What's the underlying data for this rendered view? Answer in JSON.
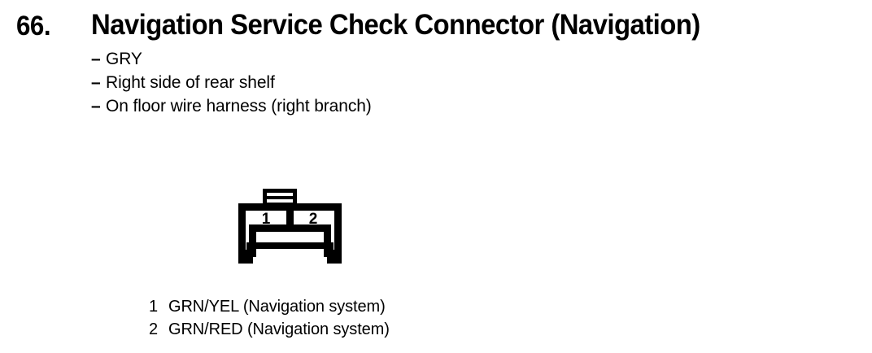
{
  "page": {
    "background_color": "#ffffff",
    "text_color": "#000000"
  },
  "header": {
    "number": "66.",
    "title": "Navigation Service Check Connector (Navigation)"
  },
  "description": {
    "dash": "–",
    "items": [
      {
        "text": "GRY"
      },
      {
        "text": "Right side of rear shelf"
      },
      {
        "text": "On floor wire harness (right branch)"
      }
    ]
  },
  "connector": {
    "type": "2-pin-connector-face-view",
    "cavity_count": 2,
    "cavities": [
      {
        "number": "1"
      },
      {
        "number": "2"
      }
    ],
    "locking_tab_slots": 2,
    "outline_color": "#000000",
    "fill_color": "#ffffff"
  },
  "pin_legend": {
    "rows": [
      {
        "number": "1",
        "description": "GRN/YEL (Navigation system)"
      },
      {
        "number": "2",
        "description": "GRN/RED (Navigation system)"
      }
    ]
  }
}
